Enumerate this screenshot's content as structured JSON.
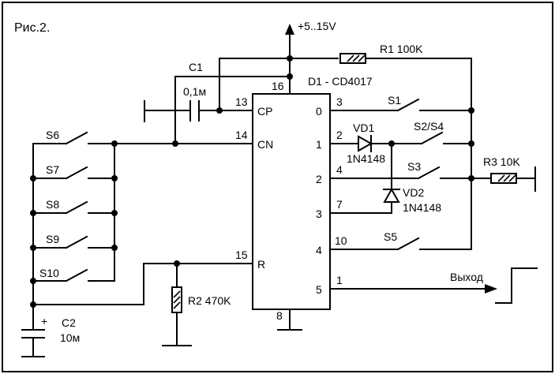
{
  "figure": {
    "title": "Рис.2.",
    "supply": "+5..15V",
    "output_label": "Выход"
  },
  "chip": {
    "name": "D1 - CD4017",
    "pins": {
      "p16": "16",
      "p13": "13",
      "p14": "14",
      "p15": "15",
      "p8": "8",
      "p3": "3",
      "p2": "2",
      "p4": "4",
      "p7": "7",
      "p10": "10",
      "p1": "1"
    },
    "inputs": {
      "cp": "CP",
      "cn": "CN",
      "r": "R"
    },
    "outputs": {
      "o0": "0",
      "o1": "1",
      "o2": "2",
      "o3": "3",
      "o4": "4",
      "o5": "5"
    }
  },
  "components": {
    "c1": {
      "name": "C1",
      "value": "0,1м"
    },
    "c2": {
      "name": "C2",
      "value": "10м",
      "polarity": "+"
    },
    "r1": "R1 100K",
    "r2": "R2 470K",
    "r3": "R3 10K",
    "vd1": {
      "name": "VD1",
      "type": "1N4148"
    },
    "vd2": {
      "name": "VD2",
      "type": "1N4148"
    }
  },
  "switches": {
    "s1": "S1",
    "s2s4": "S2/S4",
    "s3": "S3",
    "s5": "S5",
    "s6": "S6",
    "s7": "S7",
    "s8": "S8",
    "s9": "S9",
    "s10": "S10"
  }
}
